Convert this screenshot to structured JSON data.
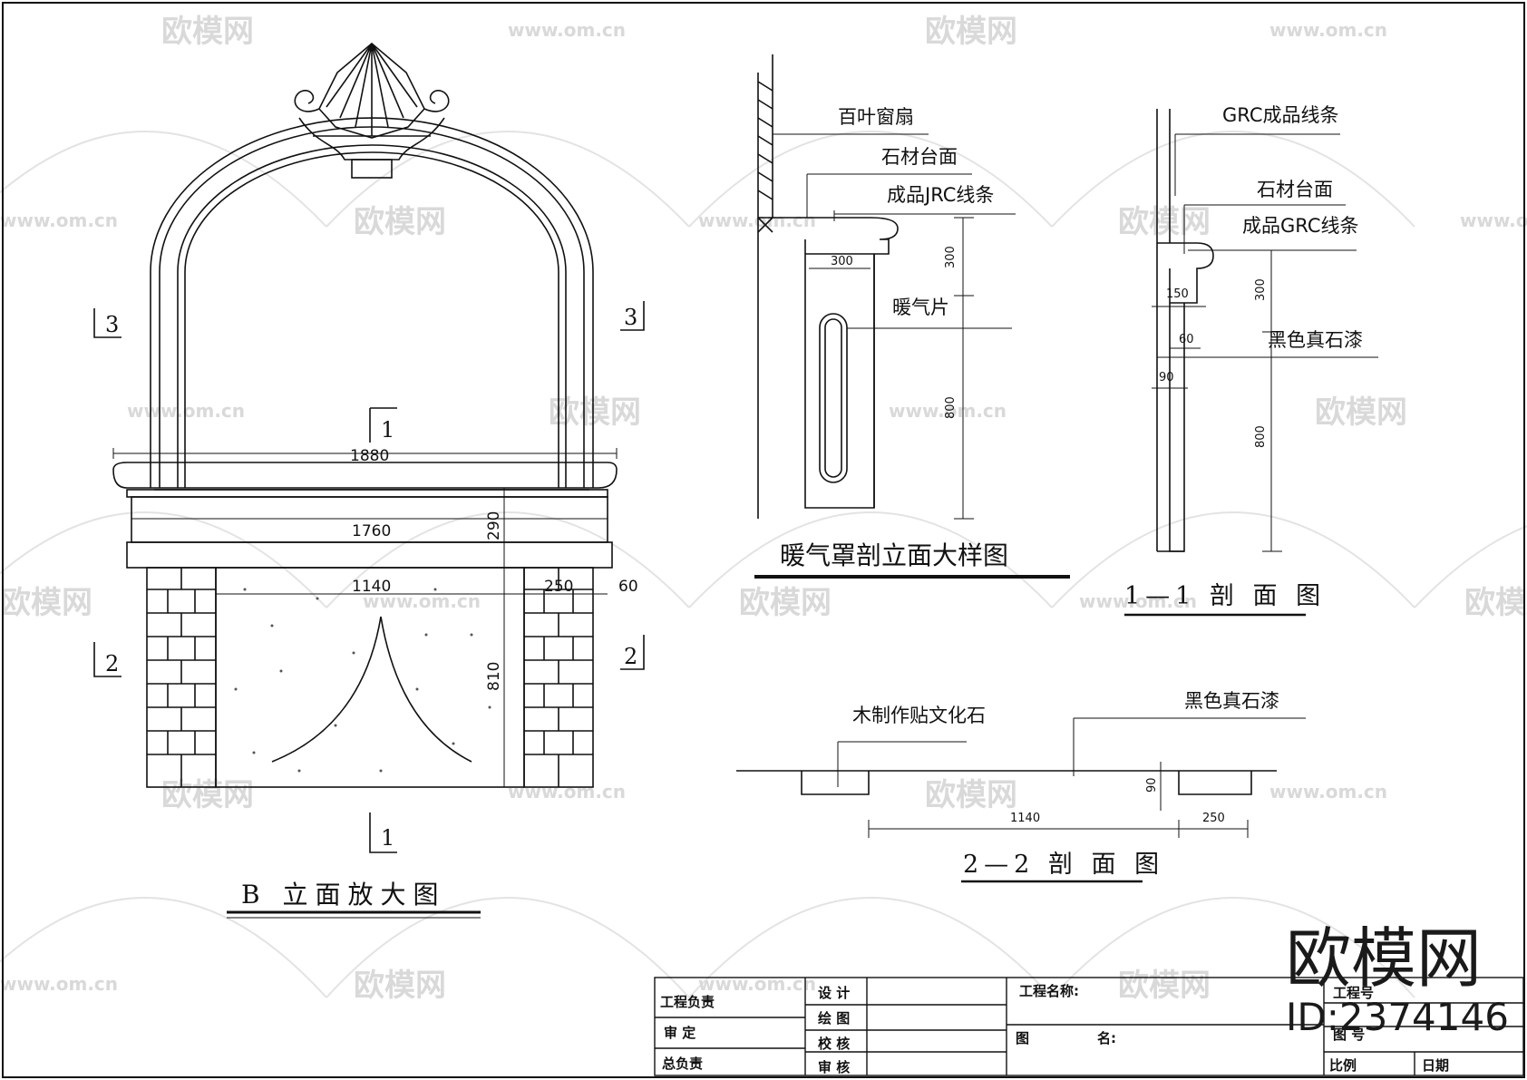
{
  "watermark": {
    "site": "www.om.cn",
    "brand": "欧模网",
    "brand_big": "欧模网",
    "id_label": "ID:2374146"
  },
  "elevation_b": {
    "title": "B 立面放大图",
    "dims": {
      "overall_width": "1880",
      "mantel_width": "1760",
      "opening_width": "1140",
      "pier_width": "250",
      "offset": "60",
      "mantel_height": "290",
      "opening_height": "810"
    },
    "section_marks": {
      "left_3": "3",
      "right_3": "3",
      "left_2": "2",
      "right_2": "2",
      "top_1": "1",
      "bottom_1": "1"
    }
  },
  "radiator_detail": {
    "title": "暖气罩剖立面大样图",
    "labels": {
      "louver": "百叶窗扇",
      "stone_top": "石材台面",
      "jrc_molding": "成品JRC线条",
      "radiator": "暖气片"
    },
    "dims": {
      "depth": "300",
      "upper_height": "300",
      "lower_height": "800"
    }
  },
  "section_1_1": {
    "title": "1—1 剖 面 图",
    "labels": {
      "grc_line": "GRC成品线条",
      "stone_top": "石材台面",
      "grc_molding": "成品GRC线条",
      "black_paint": "黑色真石漆"
    },
    "dims": {
      "depth_150": "150",
      "offset_60": "60",
      "wall_90": "90",
      "height_300": "300",
      "height_800": "800"
    }
  },
  "section_2_2": {
    "title": "2—2 剖 面 图",
    "labels": {
      "wood_stone": "木制作贴文化石",
      "black_paint": "黑色真石漆"
    },
    "dims": {
      "depth_90": "90",
      "width_1140": "1140",
      "width_250": "250"
    }
  },
  "title_block": {
    "project_lead": "工程负责",
    "approve": "审 定",
    "chief": "总负责",
    "design": "设 计",
    "drawing": "绘 图",
    "check": "校 核",
    "review": "审 核",
    "project_name": "工程名称:",
    "drawing_name_a": "图",
    "drawing_name_b": "名:",
    "project_no": "工程号",
    "drawing_no": "图 号",
    "scale": "比例",
    "date": "日期"
  }
}
